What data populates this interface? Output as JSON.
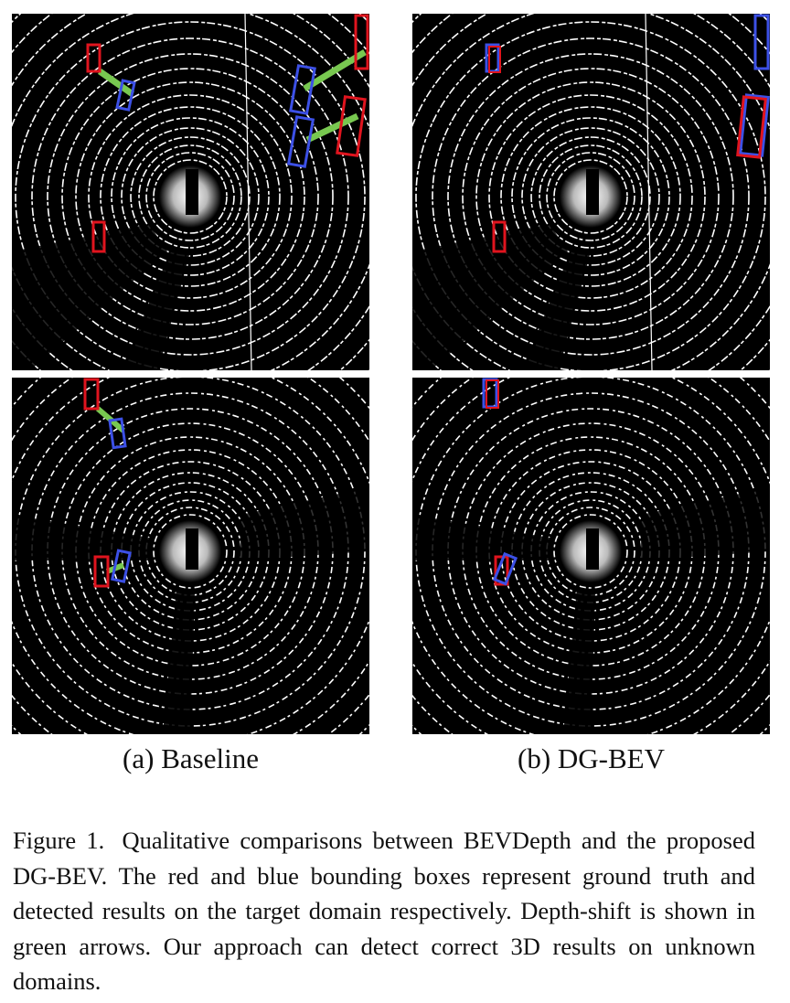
{
  "figure": {
    "subcaptions": {
      "a": "(a) Baseline",
      "b": "(b) DG-BEV"
    },
    "caption_label": "Figure 1.",
    "caption_text": "Qualitative comparisons between BEVDepth and the proposed DG-BEV. The red and blue bounding boxes represent ground truth and detected results on the target domain respectively. Depth-shift is shown in green arrows. Our approach can detect correct 3D results on unknown domains."
  },
  "colors": {
    "ground_truth_box": "#e0141e",
    "detected_box": "#3c50e6",
    "depth_shift_arrow": "#78c850",
    "background": "#000000",
    "points": "#ffffff"
  },
  "panels": [
    {
      "id": "baseline-top",
      "column": "a"
    },
    {
      "id": "dgbev-top",
      "column": "b"
    },
    {
      "id": "baseline-bottom",
      "column": "a"
    },
    {
      "id": "dgbev-bottom",
      "column": "b"
    }
  ]
}
